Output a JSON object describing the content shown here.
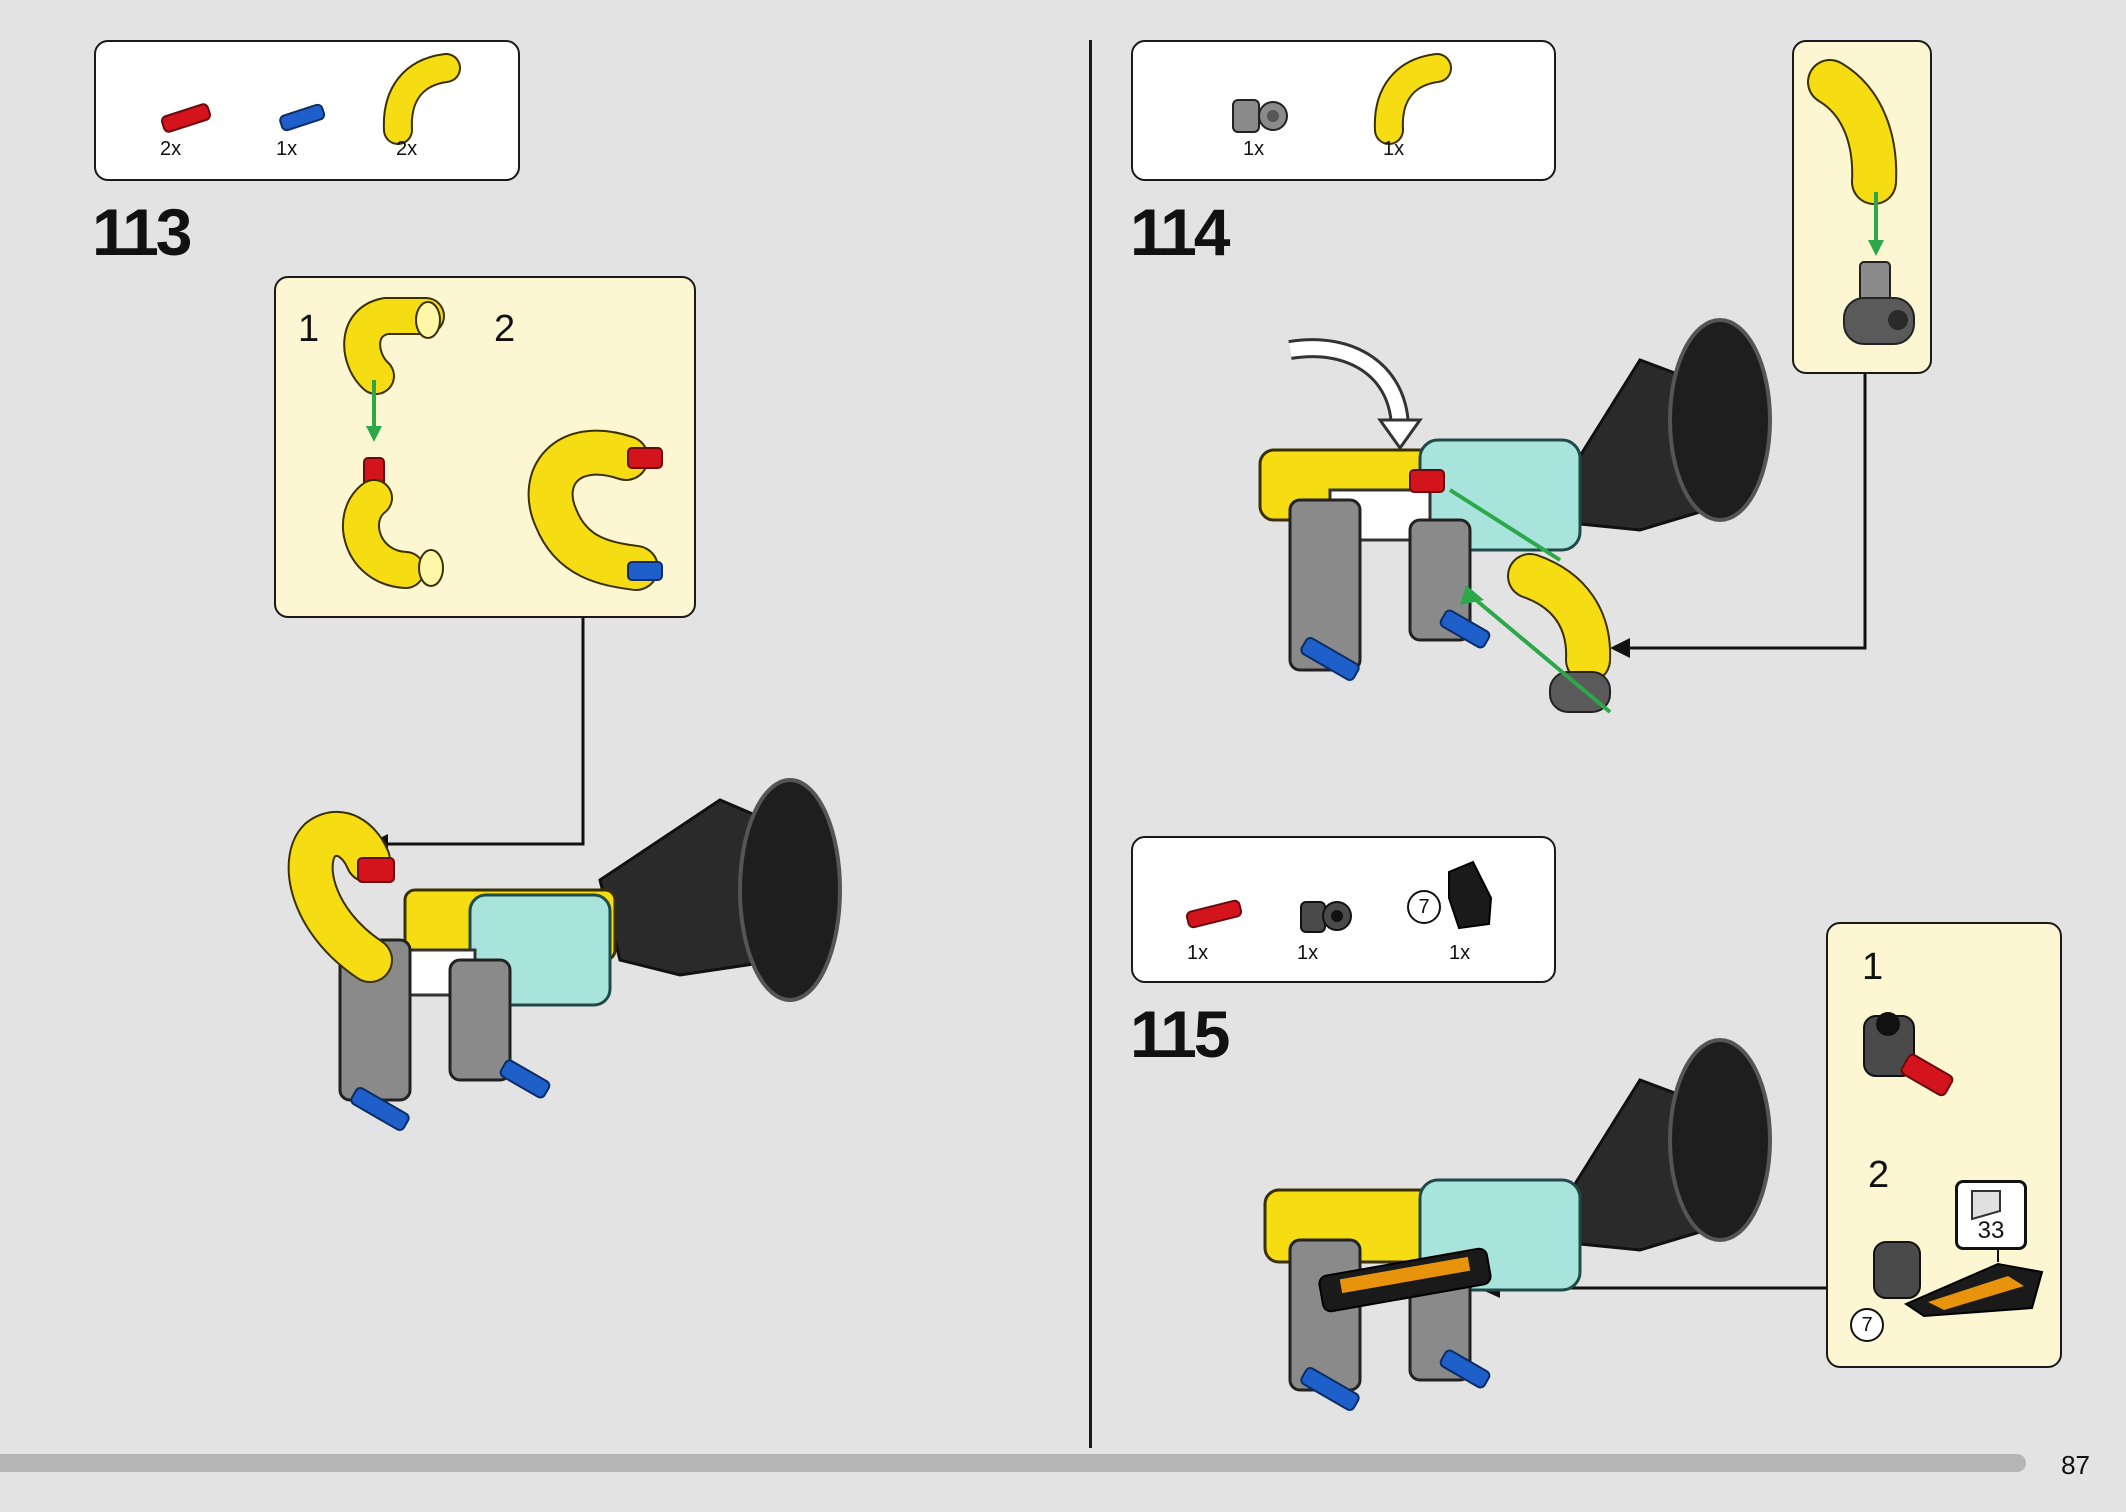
{
  "page": {
    "number": "87",
    "progress_fraction": 0.95
  },
  "steps": [
    {
      "number": "113",
      "parts": [
        {
          "qty": "2x",
          "icon": "red-axle-pin"
        },
        {
          "qty": "1x",
          "icon": "blue-axle-pin"
        },
        {
          "qty": "2x",
          "icon": "yellow-curved-tube"
        }
      ],
      "substeps": [
        "1",
        "2"
      ]
    },
    {
      "number": "114",
      "parts": [
        {
          "qty": "1x",
          "icon": "gray-pin-connector"
        },
        {
          "qty": "1x",
          "icon": "yellow-curved-tube"
        }
      ]
    },
    {
      "number": "115",
      "parts": [
        {
          "qty": "1x",
          "icon": "red-axle"
        },
        {
          "qty": "1x",
          "icon": "dark-pin-connector"
        },
        {
          "qty": "1x",
          "icon": "black-angled-panel",
          "badge": "7"
        }
      ],
      "substeps": [
        "1",
        "2"
      ],
      "sticker": {
        "number": "33",
        "panel_label": "7"
      }
    }
  ]
}
